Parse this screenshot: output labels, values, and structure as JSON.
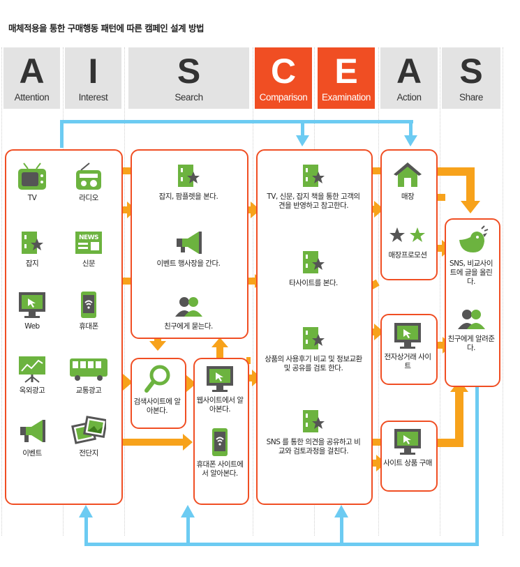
{
  "title": "매체적용을 통한 구매행동 패턴에 따른 캠페인 설계 방법",
  "stages": [
    {
      "letter": "A",
      "word": "Attention"
    },
    {
      "letter": "I",
      "word": "Interest"
    },
    {
      "letter": "S",
      "word": "Search"
    },
    {
      "letter": "C",
      "word": "Comparison"
    },
    {
      "letter": "E",
      "word": "Examination"
    },
    {
      "letter": "A",
      "word": "Action"
    },
    {
      "letter": "S",
      "word": "Share"
    }
  ],
  "media": {
    "tv": "TV",
    "radio": "라디오",
    "magazine": "잡지",
    "newspaper": "신문",
    "web": "Web",
    "mobile": "휴대폰",
    "outdoor": "옥외광고",
    "transit": "교통광고",
    "event": "이벤트",
    "flyer": "전단지"
  },
  "interest": {
    "magazine": "잡지, 팜플렛을 본다.",
    "event": "이벤트 행사장을 간다.",
    "friend": "친구에게 묻는다."
  },
  "search": {
    "search_site": "검색사이트에 알아본다.",
    "website": "웹사이트에서 알아본다.",
    "mobile_site": "휴대폰 사이트에서 알아본다."
  },
  "compare": {
    "media": "TV, 신문, 잡지 책을 통한 고객의견을 반영하고 참고한다.",
    "other_site": "타사이트를 본다.",
    "reviews": "상품의 사용후기 비교 및 정보교환 및 공유를 검토 한다.",
    "sns": "SNS 를 통한 의견을 공유하고 비교와 검토과정을 걸친다."
  },
  "action": {
    "store": "매장",
    "store_promo": "매장프로모션",
    "ecommerce": "전자상거래 사이트",
    "site_buy": "사이트 상품 구매"
  },
  "share": {
    "sns": "SNS, 비교사이트에 글을 올린다.",
    "friend": "친구에게 알려준다."
  },
  "colors": {
    "accent": "#f04e23",
    "arrow": "#f7a21b",
    "feedback": "#6ccbf2",
    "icon_green": "#6cb33f",
    "header_bg": "#e3e3e3"
  }
}
